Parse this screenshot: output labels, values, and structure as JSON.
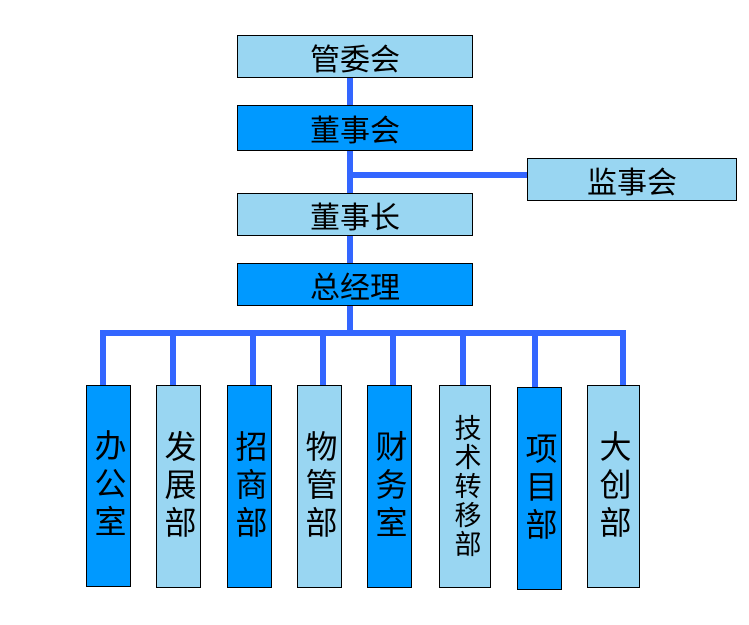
{
  "colors": {
    "dark": "#0099FF",
    "light": "#99D6F2",
    "line": "#3366FF"
  },
  "top": [
    "管委会",
    "董事会",
    "董事长",
    "总经理"
  ],
  "side": "监事会",
  "departments": [
    "办公室",
    "发展部",
    "招商部",
    "物管部",
    "财务室",
    "技术转移部",
    "项目部",
    "大创部"
  ]
}
